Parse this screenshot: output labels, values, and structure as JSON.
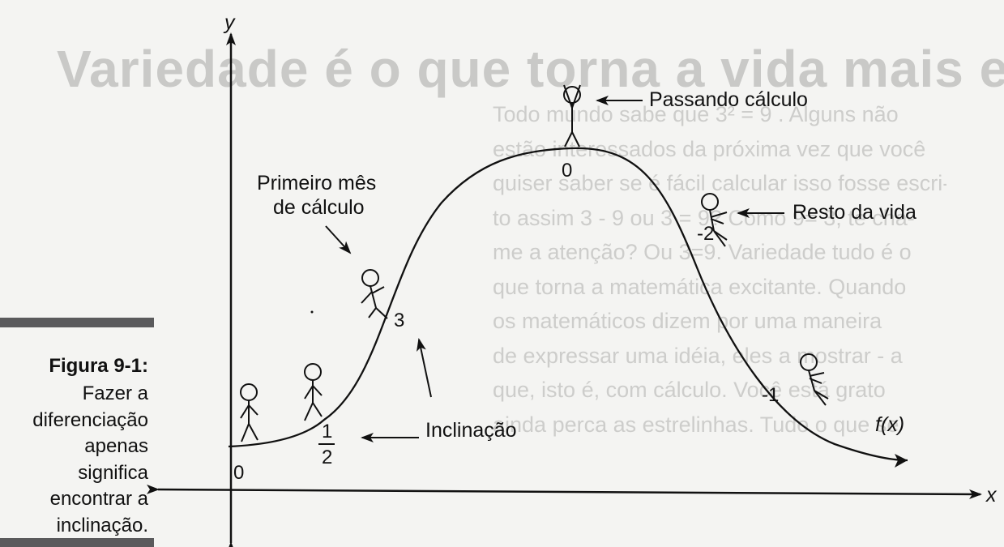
{
  "background_text": {
    "heading": "Variedade é o que torna a vida mais excitante",
    "left_lines": [
      "Todo mundo sabe que 3² = 9 . Alguns não",
      "estão interessados da próxima vez que você",
      "quiser saber se é fácil calcular isso fosse escri-",
      "to assim 3 - 9 ou 3 = 9? Como 9= 3, te cha-",
      "me a atenção? Ou 3=9. Variedade tudo é o",
      "que torna a matemática excitante. Quando",
      "os matemáticos dizem por uma maneira",
      "de expressar uma idéia, eles a mostrar - a",
      "que, isto é, com cálculo. Você está grato",
      "ainda perca as estrelinhas. Tudo o que se"
    ]
  },
  "figure": {
    "label": "Figura 9-1:",
    "caption": [
      "Fazer a",
      "diferenciação",
      "apenas",
      "significa",
      "encontrar a",
      "inclinação."
    ]
  },
  "axes": {
    "x_label": "x",
    "y_label": "y",
    "origin_label": "0"
  },
  "curve_label": "f(x)",
  "annotations": {
    "passing": "Passando cálculo",
    "first_month_1": "Primeiro mês",
    "first_month_2": "de cálculo",
    "rest_of_life": "Resto da vida",
    "slope": "Inclinação"
  },
  "slopes": {
    "top": "0",
    "climbing": "3",
    "start_num": "1",
    "start_den": "2",
    "descending": "-2",
    "end": "-1"
  },
  "colors": {
    "ink": "#111111",
    "bar": "#5a5a5c",
    "paper": "#f4f4f2",
    "ghost_text": "#cdcdcb"
  }
}
